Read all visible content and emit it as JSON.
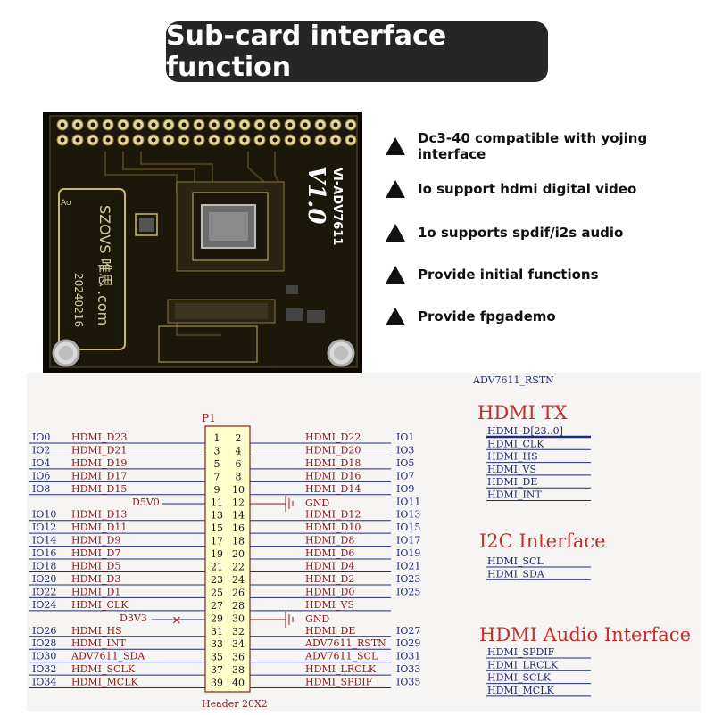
{
  "title": "Sub-card interface function",
  "board": {
    "brand": "SZOVS",
    "brand_cn": "唯思",
    "domain": ".com",
    "date": "20240216",
    "model": "VI-ADV7611",
    "version": "V1.0",
    "ao": "Ao"
  },
  "features": [
    "Dc3-40 compatible with yojing interface",
    "Io support hdmi digital video",
    "1o supports spdif/i2s audio",
    "Provide initial functions",
    "Provide fpgademo"
  ],
  "schematic": {
    "connector_name": "P1",
    "connector_footer": "Header 20X2",
    "rstn_label": "ADV7611_RSTN",
    "d5v0": "D5V0",
    "d3v3": "D3V3",
    "gnd": "GND",
    "left_io": [
      "IO0",
      "IO2",
      "IO4",
      "IO6",
      "IO8",
      "",
      "IO10",
      "IO12",
      "IO14",
      "IO16",
      "IO18",
      "IO20",
      "IO22",
      "IO24",
      "",
      "IO26",
      "IO28",
      "IO30",
      "IO32",
      "IO34"
    ],
    "left_sig": [
      "HDMI_D23",
      "HDMI_D21",
      "HDMI_D19",
      "HDMI_D17",
      "HDMI_D15",
      "",
      "HDMI_D13",
      "HDMI_D11",
      "HDMI_D9",
      "HDMI_D7",
      "HDMI_D5",
      "HDMI_D3",
      "HDMI_D1",
      "HDMI_CLK",
      "",
      "HDMI_HS",
      "HDMI_INT",
      "ADV7611_SDA",
      "HDMI_SCLK",
      "HDMI_MCLK"
    ],
    "right_sig": [
      "HDMI_D22",
      "HDMI_D20",
      "HDMI_D18",
      "HDMI_D16",
      "HDMI_D14",
      "",
      "HDMI_D12",
      "HDMI_D10",
      "HDMI_D8",
      "HDMI_D6",
      "HDMI_D4",
      "HDMI_D2",
      "HDMI_D0",
      "HDMI_VS",
      "",
      "HDMI_DE",
      "ADV7611_RSTN",
      "ADV7611_SCL",
      "HDMI_LRCLK",
      "HDMI_SPDIF"
    ],
    "right_io": [
      "IO1",
      "IO3",
      "IO5",
      "IO7",
      "IO9",
      "IO11",
      "IO13",
      "IO15",
      "IO17",
      "IO19",
      "IO21",
      "IO23",
      "IO25",
      "",
      "",
      "IO27",
      "IO29",
      "IO31",
      "IO33",
      "IO35"
    ],
    "pins_odd": [
      "1",
      "3",
      "5",
      "7",
      "9",
      "11",
      "13",
      "15",
      "17",
      "19",
      "21",
      "23",
      "25",
      "27",
      "29",
      "31",
      "33",
      "35",
      "37",
      "39"
    ],
    "pins_even": [
      "2",
      "4",
      "6",
      "8",
      "10",
      "12",
      "14",
      "16",
      "18",
      "20",
      "22",
      "24",
      "26",
      "28",
      "30",
      "32",
      "34",
      "36",
      "38",
      "40"
    ],
    "groups": [
      {
        "title": "HDMI TX",
        "signals": [
          "HDMI_D[23..0]",
          "HDMI_CLK",
          "HDMI_HS",
          "HDMI_VS",
          "HDMI_DE",
          "HDMI_INT"
        ]
      },
      {
        "title": "I2C Interface",
        "signals": [
          "HDMI_SCL",
          "HDMI_SDA"
        ]
      },
      {
        "title": "HDMI Audio Interface",
        "signals": [
          "HDMI_SPDIF",
          "HDMI_LRCLK",
          "HDMI_SCLK",
          "HDMI_MCLK"
        ]
      }
    ]
  }
}
